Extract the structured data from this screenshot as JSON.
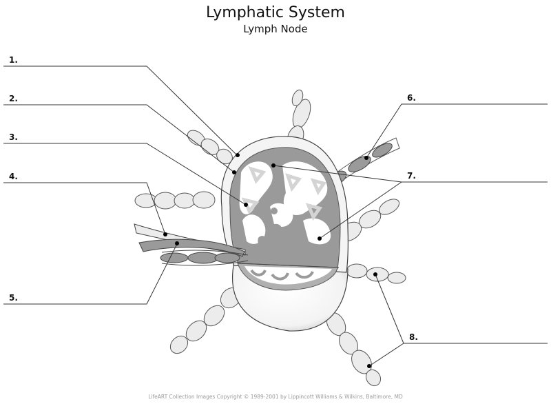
{
  "header": {
    "title": "Lymphatic System",
    "subtitle": "Lymph Node"
  },
  "labels": [
    {
      "number": "1.",
      "side": "left"
    },
    {
      "number": "2.",
      "side": "left"
    },
    {
      "number": "3.",
      "side": "left"
    },
    {
      "number": "4.",
      "side": "left"
    },
    {
      "number": "5.",
      "side": "left"
    },
    {
      "number": "6.",
      "side": "right"
    },
    {
      "number": "7.",
      "side": "right"
    },
    {
      "number": "8.",
      "side": "right"
    }
  ],
  "footer": {
    "copyright": "LifeART Collection Images Copyright © 1989-2001 by Lippincott Williams & Wilkins, Baltimore, MD"
  },
  "colors": {
    "line": "#333333",
    "tissue_dark": "#9a9a9a",
    "tissue_light": "#e6e6e6",
    "capsule": "#f2f2f2"
  }
}
